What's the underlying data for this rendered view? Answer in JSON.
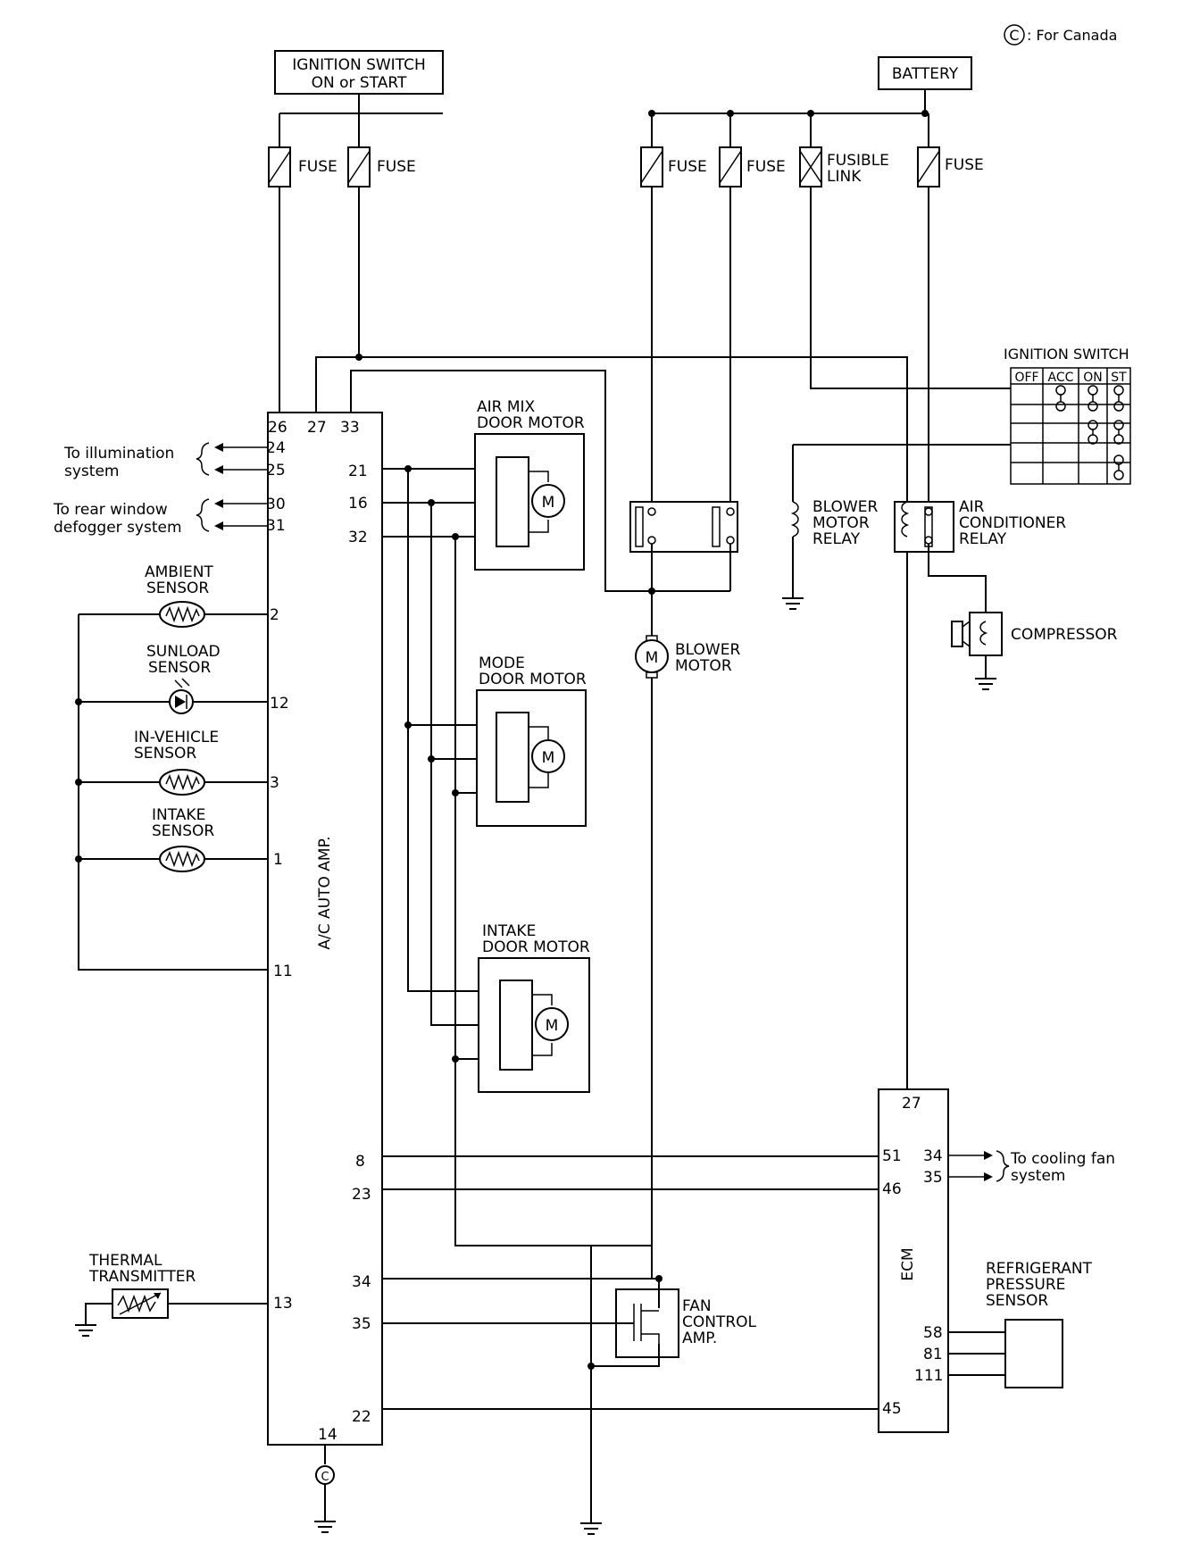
{
  "canada_note": ": For Canada",
  "canada_symbol": "C",
  "ignition_switch_box": {
    "line1": "IGNITION SWITCH",
    "line2": "ON or START"
  },
  "battery_box": "BATTERY",
  "fuse_label": "FUSE",
  "fusible_link": {
    "line1": "FUSIBLE",
    "line2": "LINK"
  },
  "ignition_switch_table": {
    "title": "IGNITION SWITCH",
    "headers": [
      "OFF",
      "ACC",
      "ON",
      "ST"
    ]
  },
  "ac_amp": {
    "label": "A/C AUTO AMP.",
    "pins_top": [
      "26",
      "27",
      "33"
    ],
    "pins_left": [
      "24",
      "25",
      "30",
      "31",
      "2",
      "12",
      "3",
      "1",
      "11",
      "13"
    ],
    "pins_right": [
      "21",
      "16",
      "32",
      "8",
      "23",
      "34",
      "35",
      "22"
    ],
    "pin_bottom": "14"
  },
  "illumination": {
    "line1": "To illumination",
    "line2": "system"
  },
  "defogger": {
    "line1": "To rear window",
    "line2": "defogger system"
  },
  "sensors": {
    "ambient": {
      "line1": "AMBIENT",
      "line2": "SENSOR"
    },
    "sunload": {
      "line1": "SUNLOAD",
      "line2": "SENSOR"
    },
    "in_vehicle": {
      "line1": "IN-VEHICLE",
      "line2": "SENSOR"
    },
    "intake": {
      "line1": "INTAKE",
      "line2": "SENSOR"
    },
    "thermal": {
      "line1": "THERMAL",
      "line2": "TRANSMITTER"
    }
  },
  "motors": {
    "air_mix": {
      "line1": "AIR MIX",
      "line2": "DOOR MOTOR"
    },
    "mode": {
      "line1": "MODE",
      "line2": "DOOR MOTOR"
    },
    "intake": {
      "line1": "INTAKE",
      "line2": "DOOR MOTOR"
    },
    "blower": {
      "line1": "BLOWER",
      "line2": "MOTOR"
    },
    "motor_symbol": "M"
  },
  "relays": {
    "blower": {
      "line1": "BLOWER",
      "line2": "MOTOR",
      "line3": "RELAY"
    },
    "ac": {
      "line1": "AIR",
      "line2": "CONDITIONER",
      "line3": "RELAY"
    }
  },
  "compressor": "COMPRESSOR",
  "fan_control": {
    "line1": "FAN",
    "line2": "CONTROL",
    "line3": "AMP."
  },
  "ecm": {
    "label": "ECM",
    "pin_top": "27",
    "pins_left": [
      "51",
      "46",
      "45"
    ],
    "pins_right_top": [
      "34",
      "35"
    ],
    "pins_right_bottom": [
      "58",
      "81",
      "111"
    ]
  },
  "cooling_fan": {
    "line1": "To cooling fan",
    "line2": "system"
  },
  "refrigerant": {
    "line1": "REFRIGERANT",
    "line2": "PRESSURE",
    "line3": "SENSOR"
  }
}
